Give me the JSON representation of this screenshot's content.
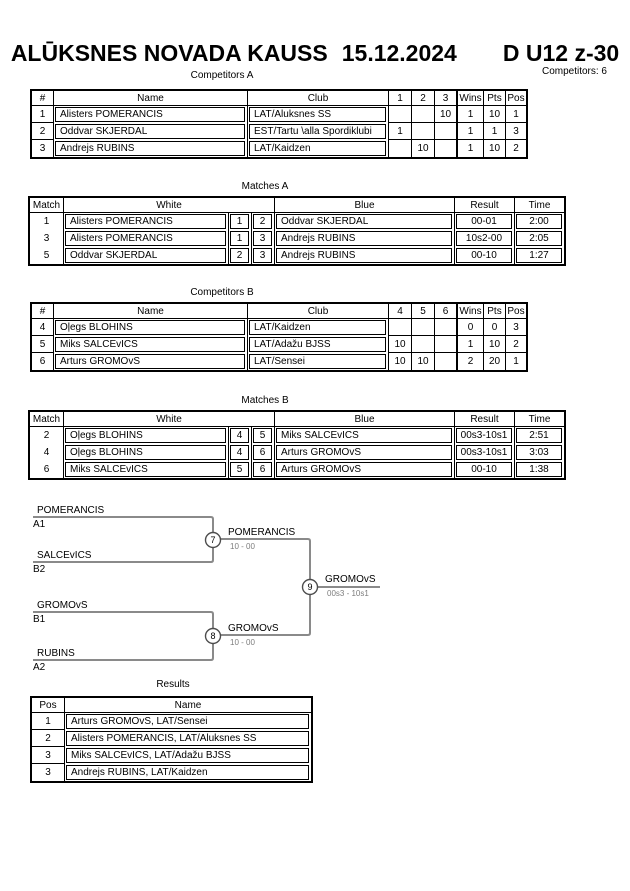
{
  "header": {
    "title_event": "ALŪKSNES NOVADA KAUSS",
    "title_date": "15.12.2024",
    "title_category": "D U12 z-30",
    "competitors_count": "Competitors: 6"
  },
  "competitors_a": {
    "title": "Competitors A",
    "headers": {
      "num": "#",
      "name": "Name",
      "club": "Club",
      "c1": "1",
      "c2": "2",
      "c3": "3",
      "wins": "Wins",
      "pts": "Pts",
      "pos": "Pos"
    },
    "rows": [
      {
        "num": "1",
        "name": "Alisters POMERANCIS",
        "club": "LAT/Aluksnes SS",
        "c1": "",
        "c2": "",
        "c3": "10",
        "wins": "1",
        "pts": "10",
        "pos": "1"
      },
      {
        "num": "2",
        "name": "Oddvar SKJERDAL",
        "club": "EST/Tartu \\alla Spordiklubi",
        "c1": "1",
        "c2": "",
        "c3": "",
        "wins": "1",
        "pts": "1",
        "pos": "3"
      },
      {
        "num": "3",
        "name": "Andrejs RUBINS",
        "club": "LAT/Kaidzen",
        "c1": "",
        "c2": "10",
        "c3": "",
        "wins": "1",
        "pts": "10",
        "pos": "2"
      }
    ]
  },
  "matches_a": {
    "title": "Matches A",
    "headers": {
      "match": "Match",
      "white": "White",
      "blue": "Blue",
      "result": "Result",
      "time": "Time"
    },
    "rows": [
      {
        "match": "1",
        "white": "Alisters POMERANCIS",
        "wn": "1",
        "bn": "2",
        "blue": "Oddvar SKJERDAL",
        "result": "00-01",
        "time": "2:00"
      },
      {
        "match": "3",
        "white": "Alisters POMERANCIS",
        "wn": "1",
        "bn": "3",
        "blue": "Andrejs RUBINS",
        "result": "10s2-00",
        "time": "2:05"
      },
      {
        "match": "5",
        "white": "Oddvar SKJERDAL",
        "wn": "2",
        "bn": "3",
        "blue": "Andrejs RUBINS",
        "result": "00-10",
        "time": "1:27"
      }
    ]
  },
  "competitors_b": {
    "title": "Competitors B",
    "headers": {
      "num": "#",
      "name": "Name",
      "club": "Club",
      "c1": "4",
      "c2": "5",
      "c3": "6",
      "wins": "Wins",
      "pts": "Pts",
      "pos": "Pos"
    },
    "rows": [
      {
        "num": "4",
        "name": "Oļegs BLOHINS",
        "club": "LAT/Kaidzen",
        "c1": "",
        "c2": "",
        "c3": "",
        "wins": "0",
        "pts": "0",
        "pos": "3"
      },
      {
        "num": "5",
        "name": "Miks SALCEvICS",
        "club": "LAT/Adažu BJSS",
        "c1": "10",
        "c2": "",
        "c3": "",
        "wins": "1",
        "pts": "10",
        "pos": "2"
      },
      {
        "num": "6",
        "name": "Arturs GROMOvS",
        "club": "LAT/Sensei",
        "c1": "10",
        "c2": "10",
        "c3": "",
        "wins": "2",
        "pts": "20",
        "pos": "1"
      }
    ]
  },
  "matches_b": {
    "title": "Matches B",
    "headers": {
      "match": "Match",
      "white": "White",
      "blue": "Blue",
      "result": "Result",
      "time": "Time"
    },
    "rows": [
      {
        "match": "2",
        "white": "Oļegs BLOHINS",
        "wn": "4",
        "bn": "5",
        "blue": "Miks SALCEvICS",
        "result": "00s3-10s1",
        "time": "2:51"
      },
      {
        "match": "4",
        "white": "Oļegs BLOHINS",
        "wn": "4",
        "bn": "6",
        "blue": "Arturs GROMOvS",
        "result": "00s3-10s1",
        "time": "3:03"
      },
      {
        "match": "6",
        "white": "Miks SALCEvICS",
        "wn": "5",
        "bn": "6",
        "blue": "Arturs GROMOvS",
        "result": "00-10",
        "time": "1:38"
      }
    ]
  },
  "bracket": {
    "slots": [
      {
        "name": "POMERANCIS",
        "seed": "A1"
      },
      {
        "name": "SALCEvICS",
        "seed": "B2"
      },
      {
        "name": "GROMOvS",
        "seed": "B1"
      },
      {
        "name": "RUBINS",
        "seed": "A2"
      }
    ],
    "semi1": {
      "num": "7",
      "winner": "POMERANCIS",
      "score": "10 - 00"
    },
    "semi2": {
      "num": "8",
      "winner": "GROMOvS",
      "score": "10 - 00"
    },
    "final": {
      "num": "9",
      "winner": "GROMOvS",
      "score": "00s3 - 10s1"
    }
  },
  "results": {
    "title": "Results",
    "headers": {
      "pos": "Pos",
      "name": "Name"
    },
    "rows": [
      {
        "pos": "1",
        "name": "Arturs GROMOvS, LAT/Sensei"
      },
      {
        "pos": "2",
        "name": "Alisters POMERANCIS, LAT/Aluksnes SS"
      },
      {
        "pos": "3",
        "name": "Miks SALCEvICS, LAT/Adažu BJSS"
      },
      {
        "pos": "3",
        "name": "Andrejs RUBINS, LAT/Kaidzen"
      }
    ]
  }
}
